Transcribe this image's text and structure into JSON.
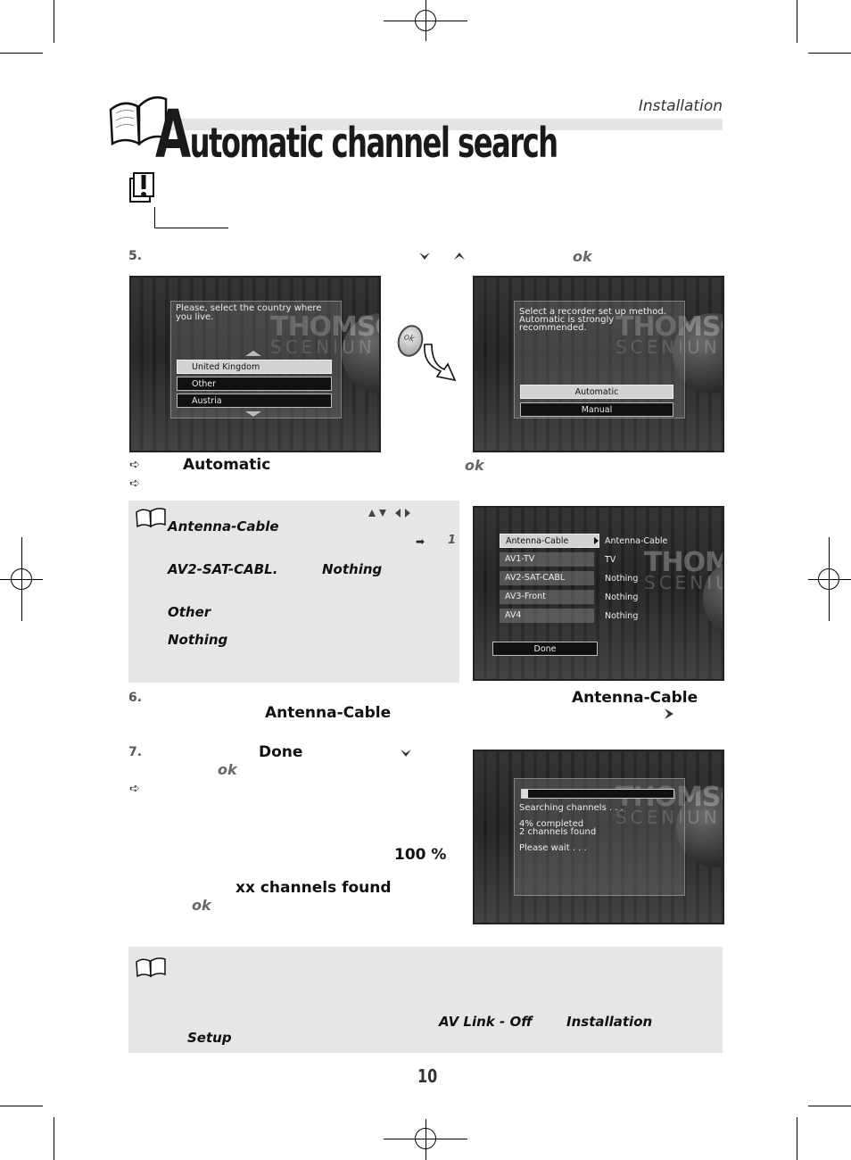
{
  "header": {
    "section": "Installation",
    "title_first_letter": "A",
    "title_rest": "utomatic channel search"
  },
  "step5": {
    "num": "5.",
    "ok": "ok"
  },
  "screen_country": {
    "prompt_line1": "Please, select the country where",
    "prompt_line2": "you live.",
    "options": [
      "United Kingdom",
      "Other",
      "Austria"
    ],
    "logo_top": "THOMSO",
    "logo_bottom": "SCENIUN"
  },
  "ok_button": {
    "label": "ok"
  },
  "screen_method": {
    "prompt_line1": "Select a recorder set up method.",
    "prompt_line2": "Automatic is strongly",
    "prompt_line3": "recommended.",
    "options": [
      "Automatic",
      "Manual"
    ],
    "logo_top": "THOMSO",
    "logo_bottom": "SCENIUN"
  },
  "bullets_after_screens": {
    "automatic": "Automatic",
    "ok": "ok"
  },
  "note_box": {
    "antenna_cable": "Antenna-Cable",
    "num_1": "1",
    "av2": "AV2-SAT-CABL.",
    "nothing": "Nothing",
    "other": "Other",
    "nothing2": "Nothing"
  },
  "screen_av": {
    "rows": [
      {
        "left": "Antenna-Cable",
        "right": "Antenna-Cable"
      },
      {
        "left": "AV1-TV",
        "right": "TV"
      },
      {
        "left": "AV2-SAT-CABL",
        "right": "Nothing"
      },
      {
        "left": "AV3-Front",
        "right": "Nothing"
      },
      {
        "left": "AV4",
        "right": "Nothing"
      }
    ],
    "done": "Done",
    "logo_top": "THOMS",
    "logo_bottom": "SCENIU"
  },
  "step6": {
    "num": "6.",
    "antenna_cable_a": "Antenna-Cable",
    "antenna_cable_b": "Antenna-Cable"
  },
  "step7": {
    "num": "7.",
    "done": "Done",
    "ok": "ok",
    "percent": "100 %",
    "channels_found": "xx channels found",
    "ok2": "ok"
  },
  "screen_search": {
    "line1": "Searching channels . . .",
    "line2": "4% completed",
    "line3": "2 channels found",
    "line4": "Please wait . . .",
    "progress_fraction": 0.04,
    "logo_top": "THOMSO",
    "logo_bottom": "SCENIUN"
  },
  "bottom_note": {
    "av_link_off": "AV Link - Off",
    "installation": "Installation",
    "setup": "Setup"
  },
  "page_number": "10"
}
